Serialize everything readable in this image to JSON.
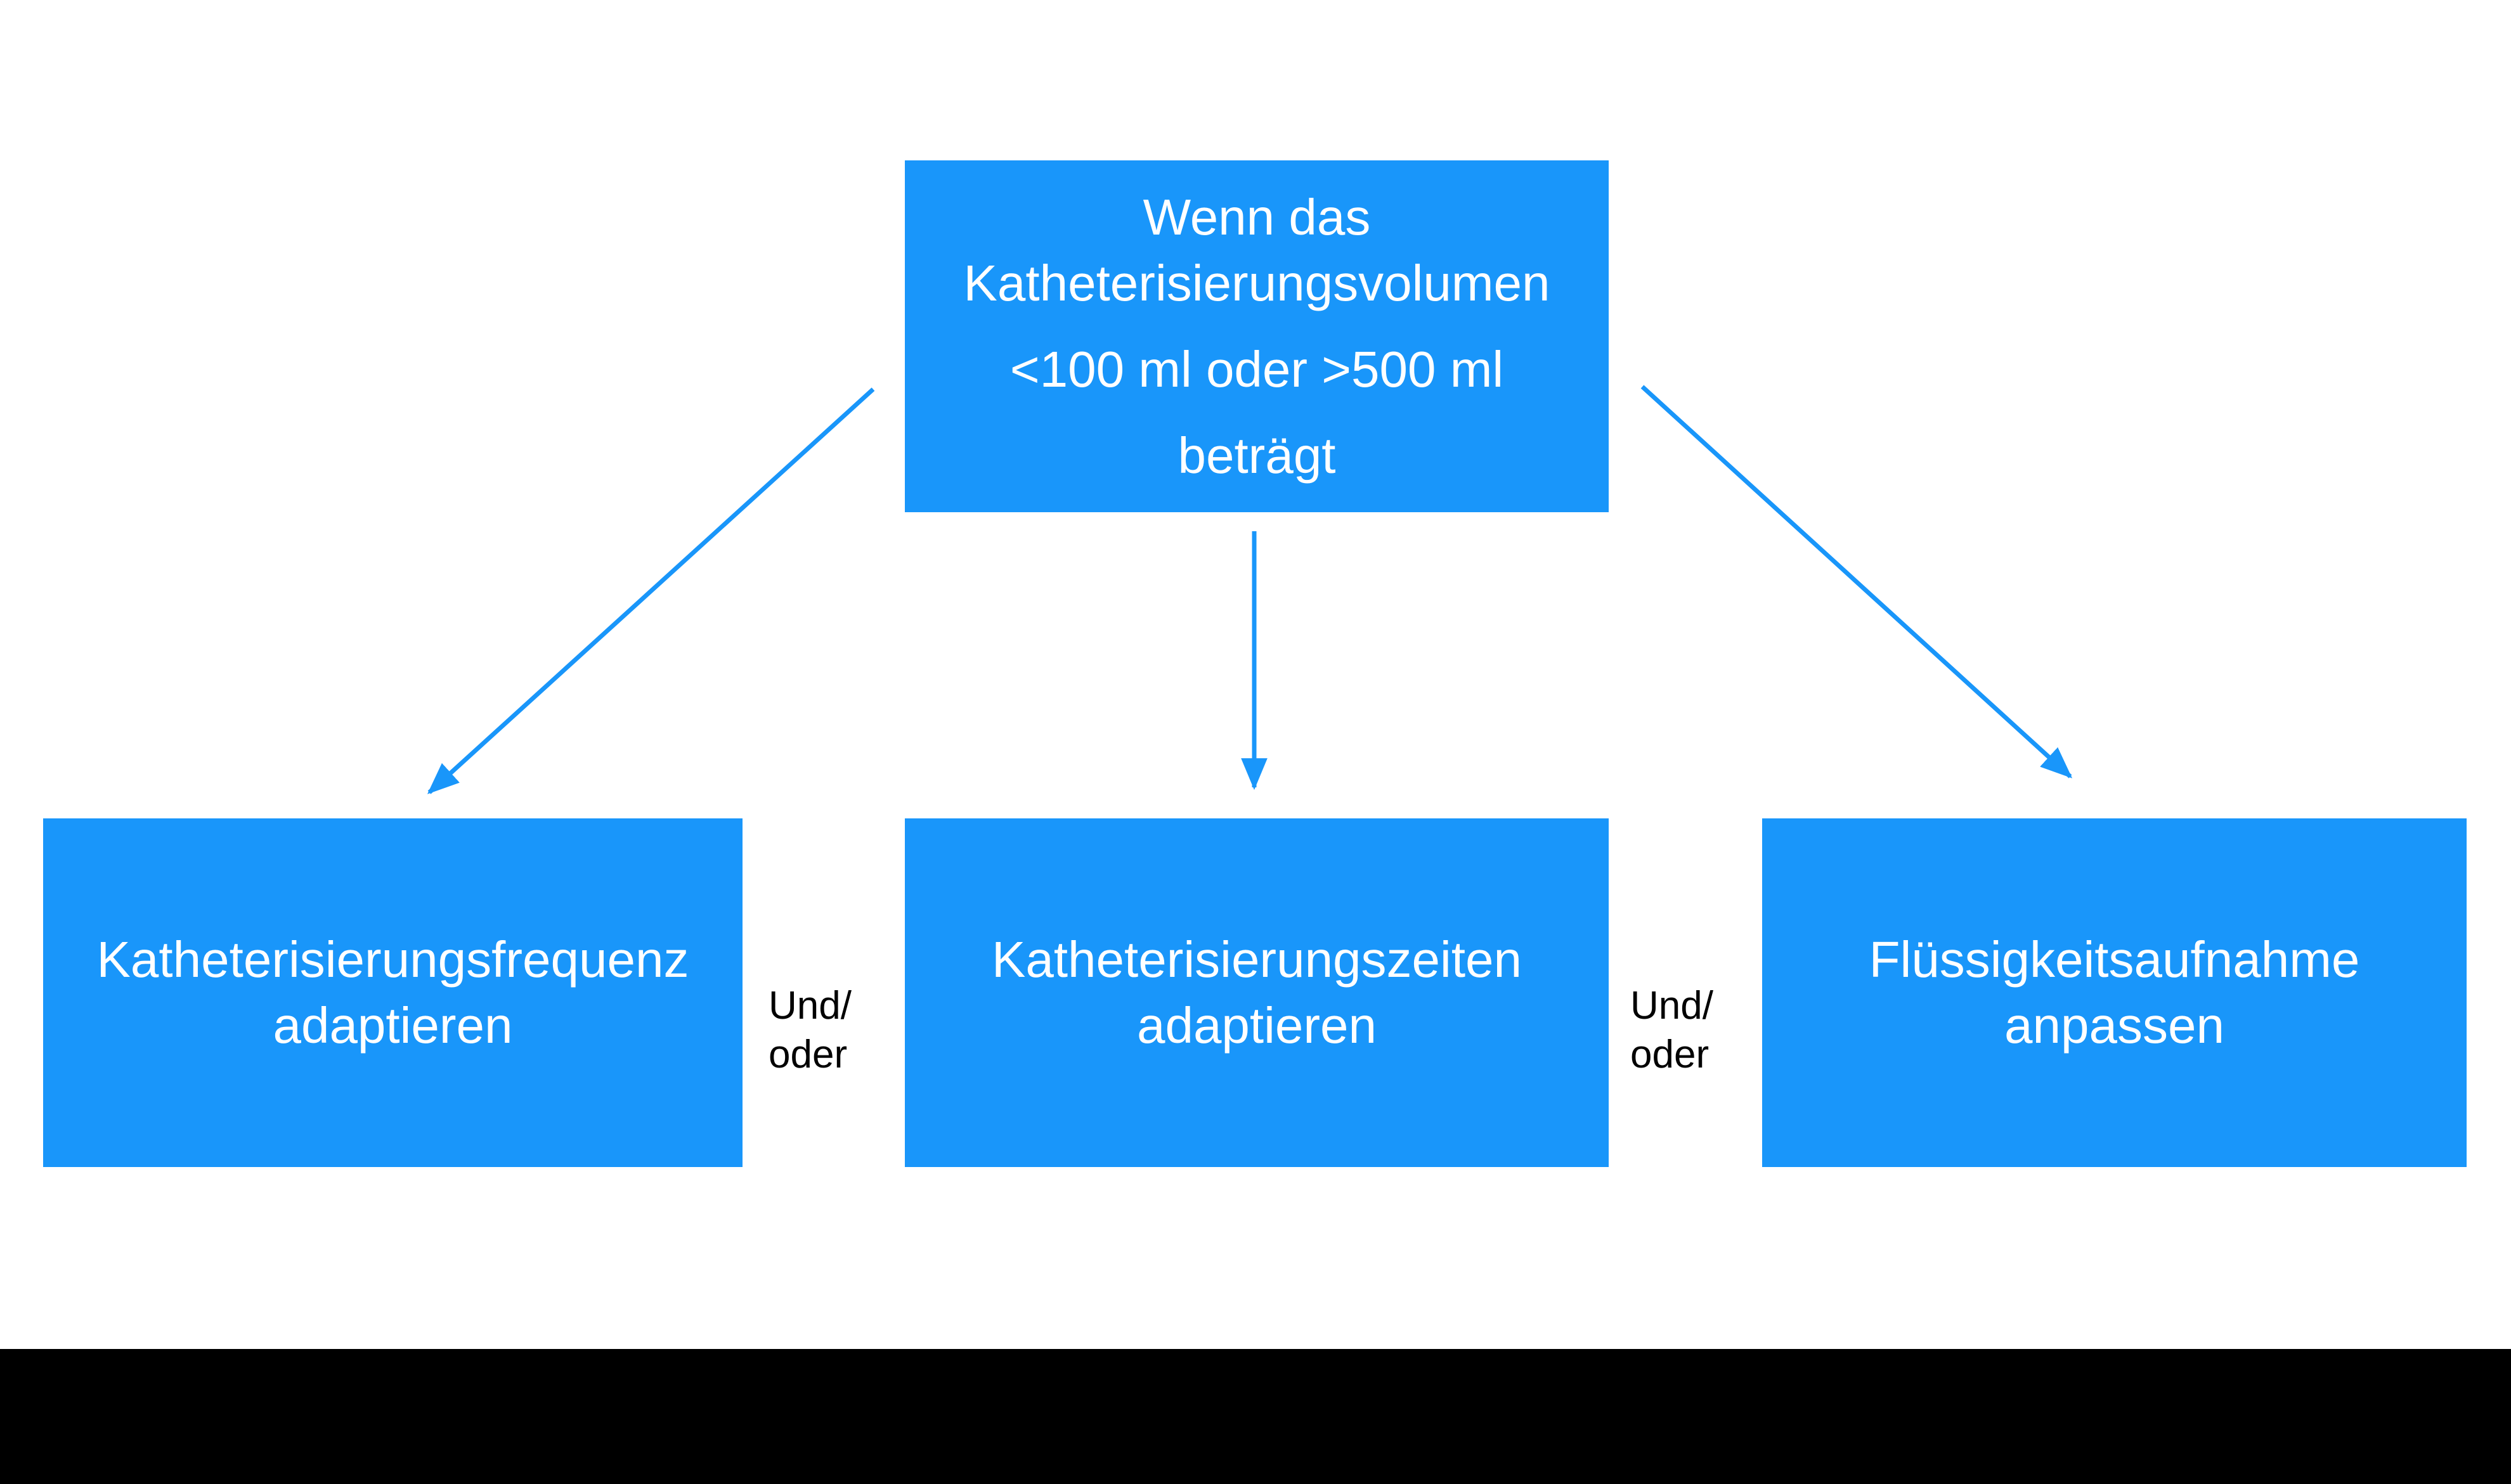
{
  "diagram": {
    "colors": {
      "accent_blue": "#1996FA",
      "box_text": "#FFFFFF",
      "label_text": "#000000",
      "background": "#FFFFFF",
      "bottom_bar": "#000000"
    },
    "root_box": {
      "p1": "Wenn das Katheterisierungsvolumen",
      "p2": "<100 ml oder >500 ml",
      "p3": "beträgt"
    },
    "child_boxes": [
      {
        "label": "Katheterisierungsfrequenz adaptieren"
      },
      {
        "label": "Katheterisierungszeiten adaptieren"
      },
      {
        "label": "Flüssigkeitsaufnahme anpassen"
      }
    ],
    "and_or_labels": [
      {
        "text": "Und/\noder"
      },
      {
        "text": "Und/\noder"
      }
    ],
    "connectors": [
      {
        "name": "root-to-left"
      },
      {
        "name": "root-to-middle"
      },
      {
        "name": "root-to-right"
      }
    ]
  }
}
